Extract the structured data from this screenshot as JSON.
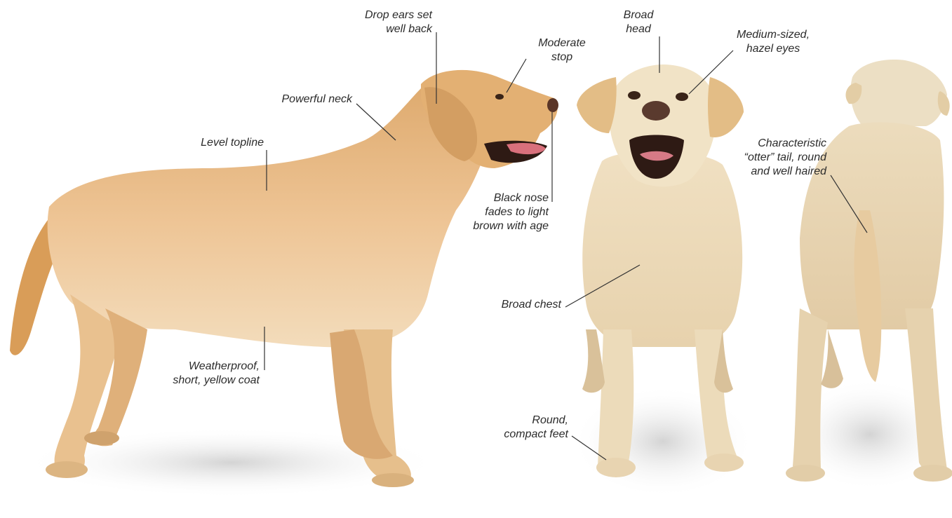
{
  "colors": {
    "background": "#ffffff",
    "coat_side": "#e6b57c",
    "coat_side_light": "#f2d2a6",
    "coat_front": "#efdcbb",
    "coat_back": "#ead7b5",
    "shadow": "#d9d9d9",
    "leader_line": "#333333",
    "label_text": "#2b2b2b"
  },
  "labels": {
    "drop_ears": "Drop ears set\nwell back",
    "moderate_stop": "Moderate\nstop",
    "powerful_neck": "Powerful neck",
    "level_topline": "Level topline",
    "black_nose": "Black nose\nfades to light\nbrown with age",
    "weatherproof_coat": "Weatherproof,\nshort, yellow coat",
    "broad_head": "Broad\nhead",
    "medium_eyes": "Medium-sized,\nhazel eyes",
    "broad_chest": "Broad chest",
    "round_feet": "Round,\ncompact feet",
    "otter_tail": "Characteristic\n“otter” tail, round\nand well haired"
  }
}
